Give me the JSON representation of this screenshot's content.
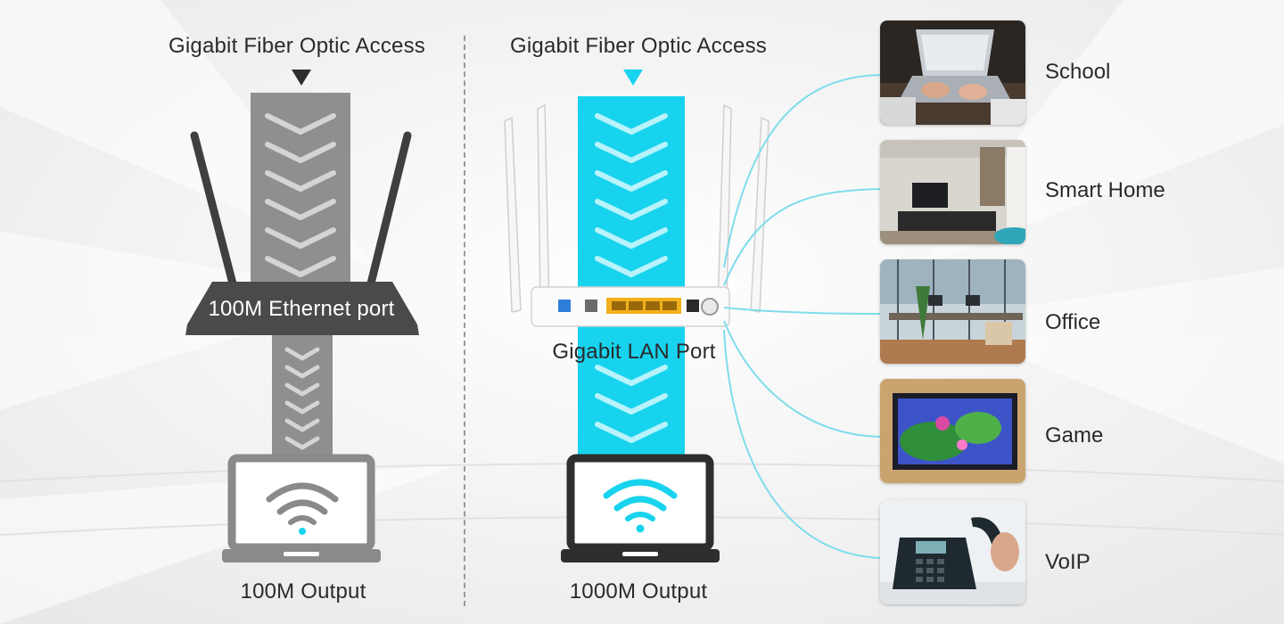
{
  "left_panel": {
    "header": "Gigabit Fiber Optic Access",
    "port_label": "100M Ethernet port",
    "output_label": "100M Output"
  },
  "right_panel": {
    "header": "Gigabit Fiber Optic Access",
    "port_label": "Gigabit LAN Port",
    "output_label": "1000M Output"
  },
  "applications": [
    {
      "label": "School",
      "icon": "laptop-typing-photo"
    },
    {
      "label": "Smart Home",
      "icon": "living-room-tv-photo"
    },
    {
      "label": "Office",
      "icon": "open-office-photo"
    },
    {
      "label": "Game",
      "icon": "tv-game-photo"
    },
    {
      "label": "VoIP",
      "icon": "desk-phone-photo"
    }
  ],
  "colors": {
    "accent": "#18d3ee",
    "grey_band": "#8f8f8f",
    "dark_router": "#4a4a4a",
    "connector": "#7fdcec"
  }
}
